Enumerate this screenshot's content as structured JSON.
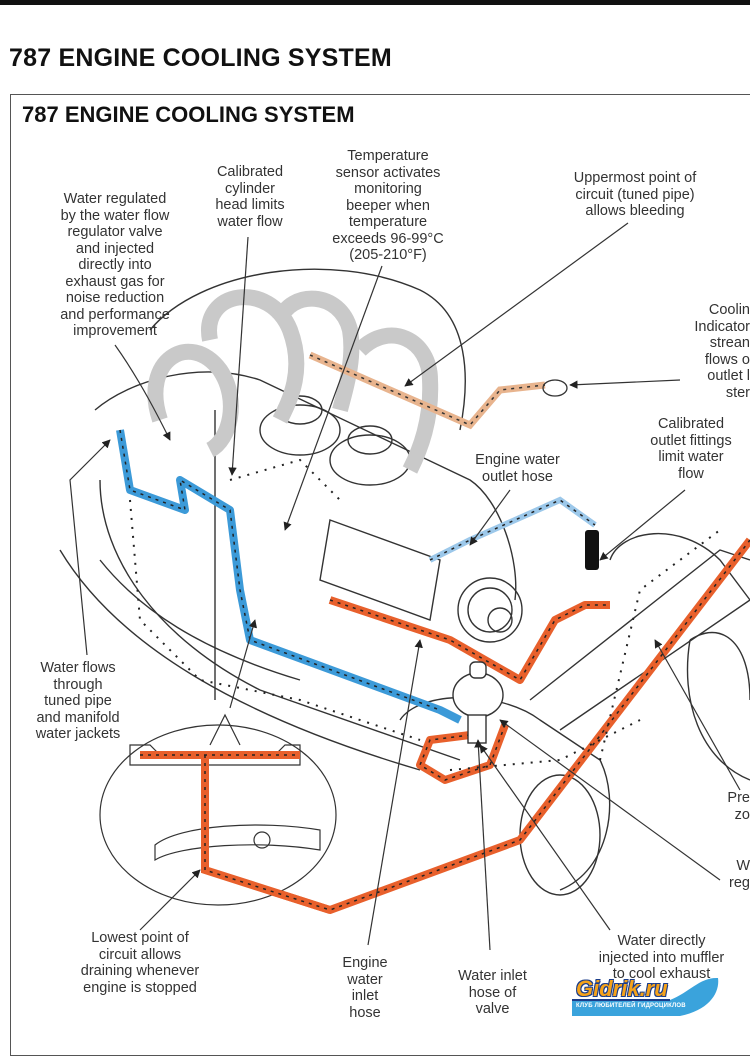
{
  "page": {
    "heading": "787 ENGINE COOLING SYSTEM"
  },
  "figure": {
    "title": "787 ENGINE COOLING SYSTEM",
    "colors": {
      "inlet_water": "#e8602c",
      "outlet_water": "#3c9ad8",
      "bleed_line": "#e8b48e",
      "flow_arrows": "#222222",
      "jacket_gray": "#c9c9c9"
    },
    "labels": {
      "water_regulated": "Water regulated\nby the water flow\nregulator valve\nand injected\ndirectly into\nexhaust gas for\nnoise reduction\nand performance\nimprovement",
      "calibrated_cylinder_head": "Calibrated\ncylinder\nhead limits\nwater flow",
      "temperature_sensor": "Temperature\nsensor activates\nmonitoring\nbeeper when\ntemperature\nexceeds 96-99°C\n(205-210°F)",
      "uppermost_point": "Uppermost point of\ncircuit (tuned pipe)\nallows bleeding",
      "cooling_indicator": "Coolin\nIndicator\nstrean\nflows o\noutlet l\nster",
      "calibrated_outlet_fittings": "Calibrated\noutlet fittings\nlimit water\nflow",
      "engine_water_outlet_hose": "Engine water\noutlet hose",
      "water_flows_tuned_pipe": "Water flows\nthrough\ntuned pipe\nand manifold\nwater jackets",
      "pressure_zone_partial": "Pre\nzo",
      "water_regulator_partial": "W\nreg",
      "lowest_point": "Lowest  point of\ncircuit allows\ndraining whenever\nengine is stopped",
      "engine_water_inlet_hose": "Engine\nwater\ninlet\nhose",
      "water_inlet_hose_valve": "Water inlet\nhose of\nvalve",
      "water_injected_muffler": "Water directly\ninjected into muffler\nto cool exhaust"
    },
    "watermark": {
      "brand": "Gidrik.ru",
      "tagline": "КЛУБ ЛЮБИТЕЛЕЙ ГИДРОЦИКЛОВ"
    }
  }
}
